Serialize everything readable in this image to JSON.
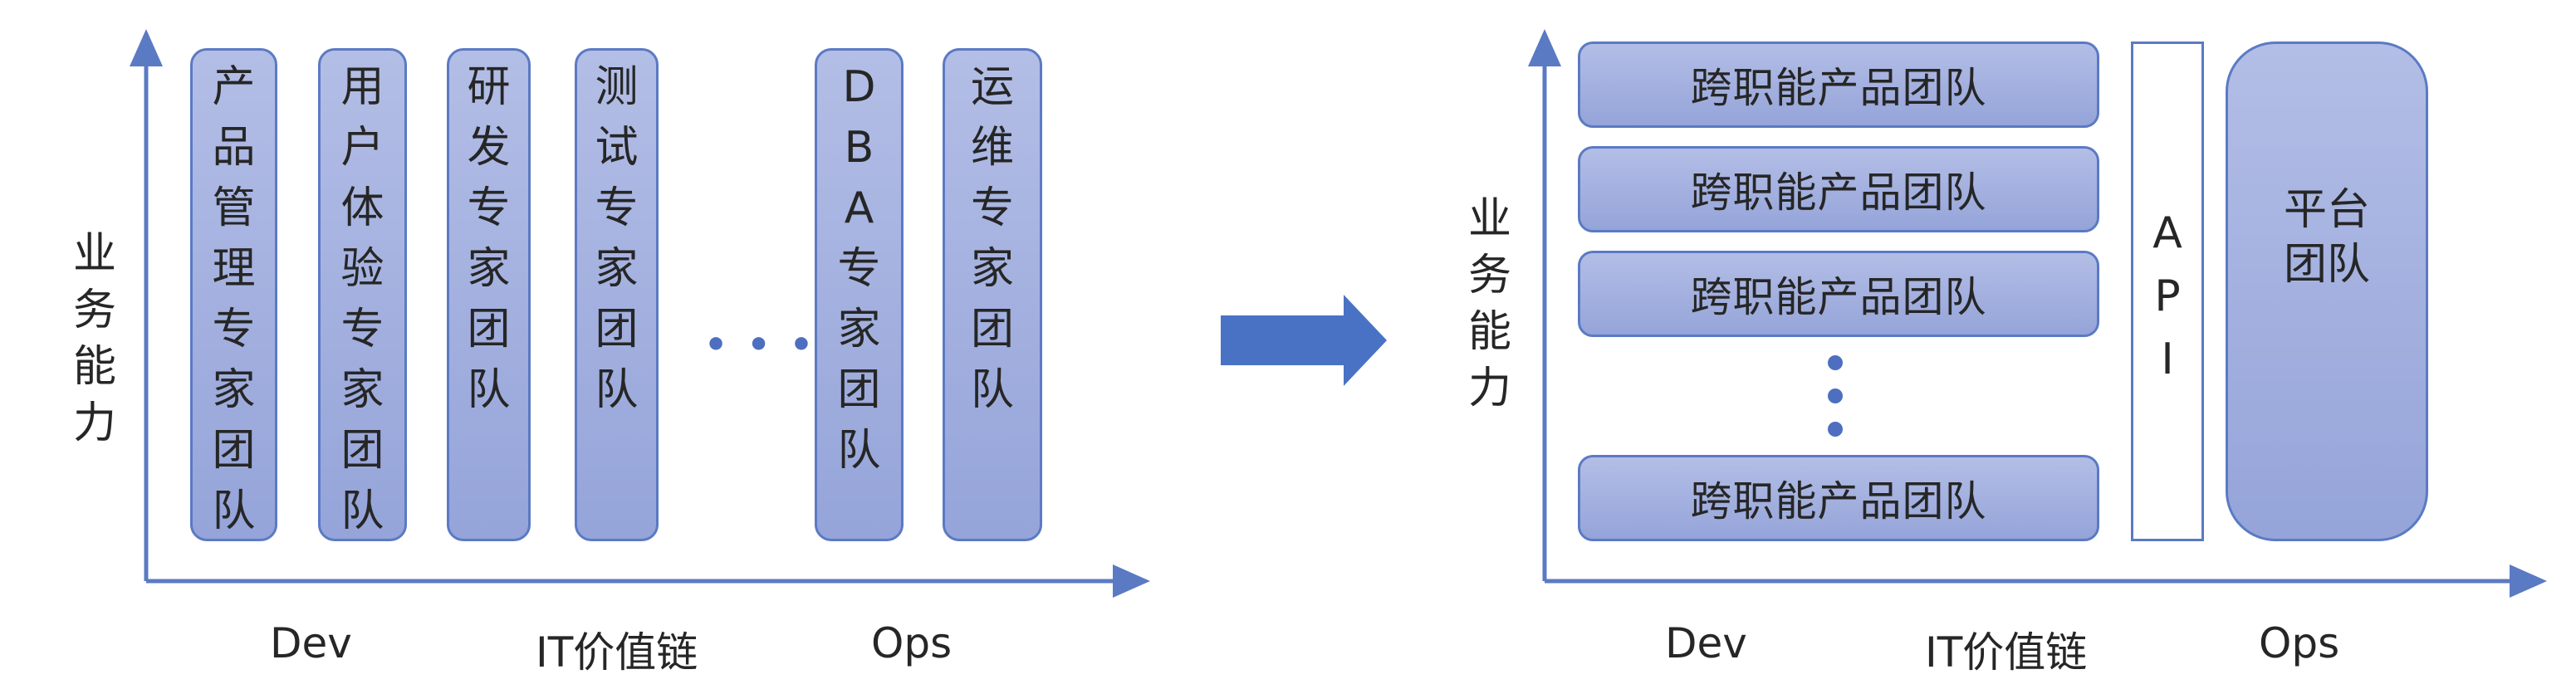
{
  "left_diagram": {
    "y_axis_label": "业务能力",
    "x_axis_labels": {
      "left": "Dev",
      "center": "IT价值链",
      "right": "Ops"
    },
    "teams": [
      "产品管理专家团队",
      "用户体验专家团队",
      "研发专家团队",
      "测试专家团队",
      "DBA专家团队",
      "运维专家团队"
    ],
    "ellipsis": "• • •"
  },
  "arrow": {
    "direction": "right",
    "color": "#4472c4"
  },
  "right_diagram": {
    "y_axis_label": "业务能力",
    "x_axis_labels": {
      "left": "Dev",
      "center": "IT价值链",
      "right": "Ops"
    },
    "product_teams": [
      "跨职能产品团队",
      "跨职能产品团队",
      "跨职能产品团队",
      "跨职能产品团队"
    ],
    "api_label": "API",
    "platform_team": [
      "平台",
      "团队"
    ]
  },
  "colors": {
    "axis": "#5b7ac4",
    "box_fill_top": "#b3bee6",
    "box_fill_bottom": "#95a4d9",
    "text": "#262626"
  }
}
